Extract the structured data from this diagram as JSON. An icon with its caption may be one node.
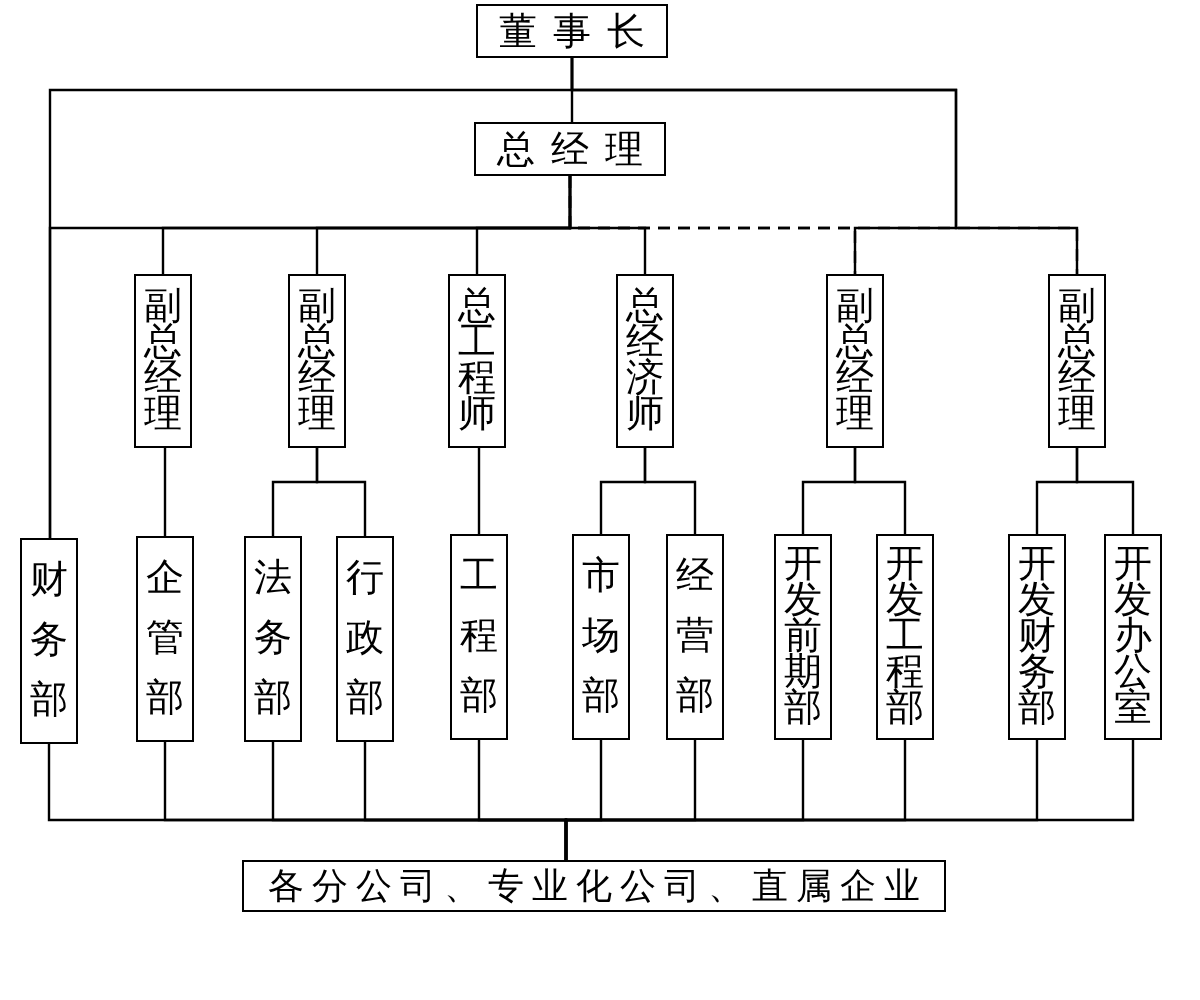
{
  "diagram": {
    "nodes": [
      {
        "text": [
          "董事长"
        ]
      },
      {
        "text": [
          "总经理"
        ]
      },
      {
        "text": [
          "副总经理"
        ]
      },
      {
        "text": [
          "副总经理"
        ]
      },
      {
        "text": [
          "总工程师"
        ]
      },
      {
        "text": [
          "总经济师"
        ]
      },
      {
        "text": [
          "副总经理"
        ]
      },
      {
        "text": [
          "副总经理"
        ]
      },
      {
        "text": [
          "财务部"
        ]
      },
      {
        "text": [
          "企管部"
        ]
      },
      {
        "text": [
          "法务部"
        ]
      },
      {
        "text": [
          "行政部"
        ]
      },
      {
        "text": [
          "工程部"
        ]
      },
      {
        "text": [
          "市场部"
        ]
      },
      {
        "text": [
          "经营部"
        ]
      },
      {
        "text": [
          "开发前期部"
        ]
      },
      {
        "text": [
          "开发工程部"
        ]
      },
      {
        "text": [
          "开发财务部"
        ]
      },
      {
        "text": [
          "开发办公室"
        ]
      },
      {
        "text": [
          "各分公司、专业化公司、直属企业"
        ]
      }
    ],
    "edges": [
      {
        "from": 0,
        "to": 1,
        "arrow": "none"
      },
      {
        "from": 0,
        "to": 8,
        "arrow": "none"
      },
      {
        "from": 0,
        "to": 6,
        "arrow": "none"
      },
      {
        "from": 0,
        "to": 7,
        "arrow": "none"
      },
      {
        "from": 1,
        "to": 8,
        "arrow": "none"
      },
      {
        "from": 1,
        "to": 2,
        "arrow": "none"
      },
      {
        "from": 1,
        "to": 3,
        "arrow": "none"
      },
      {
        "from": 1,
        "to": 4,
        "arrow": "none"
      },
      {
        "from": 1,
        "to": 5,
        "arrow": "none"
      },
      {
        "from": 1,
        "to": 6,
        "arrow": "none",
        "style": "dashed"
      },
      {
        "from": 1,
        "to": 7,
        "arrow": "none",
        "style": "dashed"
      },
      {
        "from": 2,
        "to": 9,
        "arrow": "none"
      },
      {
        "from": 3,
        "to": 10,
        "arrow": "none"
      },
      {
        "from": 3,
        "to": 11,
        "arrow": "none"
      },
      {
        "from": 4,
        "to": 12,
        "arrow": "none"
      },
      {
        "from": 5,
        "to": 13,
        "arrow": "none"
      },
      {
        "from": 5,
        "to": 14,
        "arrow": "none"
      },
      {
        "from": 6,
        "to": 15,
        "arrow": "none"
      },
      {
        "from": 6,
        "to": 16,
        "arrow": "none"
      },
      {
        "from": 7,
        "to": 17,
        "arrow": "none"
      },
      {
        "from": 7,
        "to": 18,
        "arrow": "none"
      },
      {
        "from": 8,
        "to": 19,
        "arrow": "none"
      },
      {
        "from": 9,
        "to": 19,
        "arrow": "none"
      },
      {
        "from": 10,
        "to": 19,
        "arrow": "none"
      },
      {
        "from": 11,
        "to": 19,
        "arrow": "none"
      },
      {
        "from": 12,
        "to": 19,
        "arrow": "none"
      },
      {
        "from": 13,
        "to": 19,
        "arrow": "none"
      },
      {
        "from": 14,
        "to": 19,
        "arrow": "none"
      },
      {
        "from": 15,
        "to": 19,
        "arrow": "none"
      },
      {
        "from": 16,
        "to": 19,
        "arrow": "none"
      },
      {
        "from": 17,
        "to": 19,
        "arrow": "none"
      },
      {
        "from": 18,
        "to": 19,
        "arrow": "none"
      }
    ]
  }
}
